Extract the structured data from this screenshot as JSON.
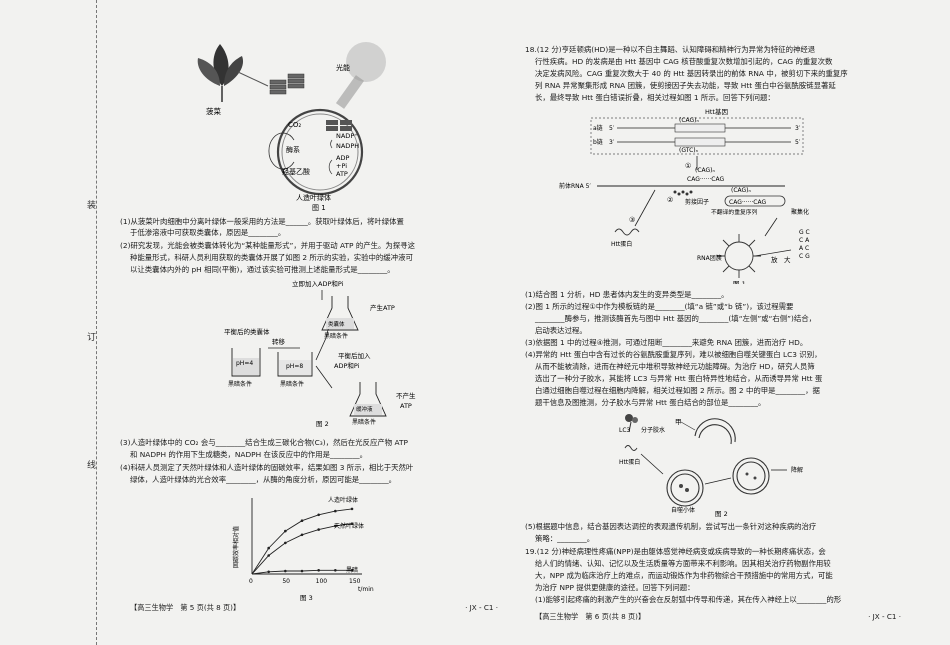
{
  "margin_labels": [
    "装",
    "订",
    "线"
  ],
  "left_page": {
    "fig1": {
      "l_spinach": "菠菜",
      "l_light": "光能",
      "l_co2": "CO₂",
      "l_enzyme": "酶系",
      "l_glycolate": "羟基乙酸",
      "l_nadph1": "NADP⁺",
      "l_nadph2": "NADPH",
      "l_adp": "ADP",
      "l_pi": "+Pi",
      "l_atp": "ATP",
      "l_caption": "人造叶绿体",
      "l_num": "图 1"
    },
    "q1": "(1)从菠菜叶肉细胞中分离叶绿体一般采用的方法是______。获取叶绿体后，将叶绿体置",
    "q1b": "于低渗溶液中可获取类囊体，原因是________。",
    "q2a": "(2)研究发现，光能会被类囊体转化为“某种能量形式”，并用于驱动 ATP 的产生。为探寻这",
    "q2b": "种能量形式，科研人员利用获取的类囊体开展了如图 2 所示的实验，实验中的缓冲液可",
    "q2c": "以让类囊体内外的 pH 相同(平衡)，通过该实验可推测上述能量形式是________。",
    "fig2": {
      "add1": "立即加入ADP和Pi",
      "balanced": "平衡后的类囊体",
      "transfer": "转移",
      "ph4": "pH=4",
      "ph8": "pH=8",
      "dark1": "黑暗条件",
      "dark2": "黑暗条件",
      "dark3": "黑暗条件",
      "dark4": "黑暗条件",
      "produce": "产生ATP",
      "add2": "平衡后加入",
      "add2b": "ADP和Pi",
      "noatp1": "不产生",
      "noatp2": "ATP",
      "thy": "类囊体",
      "buf": "缓冲液",
      "num": "图 2"
    },
    "q3a": "(3)人造叶绿体中的 CO₂ 会与________结合生成三碳化合物(C₃)，然后在光反应产物 ATP",
    "q3b": "和 NADPH 的作用下生成糖类，NADPH 在该反应中的作用是________。",
    "q4a": "(4)科研人员测定了天然叶绿体和人造叶绿体的固碳效率，结果如图 3 所示，相比于天然叶",
    "q4b": "绿体，人造叶绿体的光合效率________，从酶的角度分析，原因可能是________。",
    "fig3": {
      "ylabel": "固碳效率相对值",
      "s1": "人造叶绿体",
      "s2": "天然叶绿体",
      "s3": "黑暗",
      "xlabel": "t/min",
      "num": "图 3",
      "xticks": [
        "0",
        "50",
        "100",
        "150"
      ]
    },
    "footer_l": "【高三生物学　第 5 页(共 8 页)】",
    "footer_r": "· JX - C1 ·"
  },
  "chart_data": {
    "type": "scatter",
    "xlabel": "t/min",
    "ylabel": "固碳效率相对值",
    "xlim": [
      0,
      150
    ],
    "x_ticks": [
      "0",
      "50",
      "100",
      "150"
    ],
    "series": [
      {
        "name": "人造叶绿体",
        "x": [
          25,
          50,
          75,
          100,
          125,
          150
        ],
        "values": [
          3.5,
          5.8,
          7.2,
          8.0,
          8.5,
          8.8
        ]
      },
      {
        "name": "天然叶绿体",
        "x": [
          25,
          50,
          75,
          100,
          125,
          150
        ],
        "values": [
          2.5,
          4.2,
          5.3,
          6.0,
          6.5,
          6.8
        ]
      },
      {
        "name": "黑暗",
        "x": [
          25,
          50,
          75,
          100,
          125,
          150
        ],
        "values": [
          0.3,
          0.4,
          0.4,
          0.5,
          0.5,
          0.5
        ]
      }
    ]
  },
  "right_page": {
    "q18a": "18.(12 分)亨廷顿病(HD)是一种以不自主舞蹈、认知障碍和精神行为异常为特征的神经退",
    "q18b": "行性疾病。HD 的发病是由 Htt 基因中 CAG 核苷酸重复次数增加引起的，CAG 的重复次数",
    "q18c": "决定发病风险。CAG 重复次数大于 40 的 Htt 基因转录出的前体 RNA 中，被剪切下来的重复序",
    "q18d": "列 RNA 异常聚集形成 RNA 团簇，使剪接因子失去功能，导致 Htt 蛋白中谷氨酰胺链显著延",
    "q18e": "长，最终导致 Htt 蛋白错误折叠，相关过程如图 1 所示。回答下列问题：",
    "fig1": {
      "gene": "Htt基因",
      "achain": "a链",
      "bchain": "b链",
      "cag": "(CAG)ₙ",
      "gtc": "(GTC)ₙ",
      "five": "5′",
      "three": "3′",
      "premrna": "前体RNA 5′",
      "cagn": "(CAG)ₙ",
      "cagdots": "CAG······CAG",
      "splice": "剪接因子",
      "cagn2": "(CAG)ₙ",
      "cag3": "CAG······CAG",
      "untrans": "不翻译的重复序列",
      "aggr": "聚集化",
      "htt": "Htt蛋白",
      "rnacluster": "RNA团簇",
      "big": "放　大",
      "num": "图 1",
      "c1": "①",
      "c2": "②",
      "c3": "③"
    },
    "s1": "(1)结合图 1 分析，HD 患者体内发生的变异类型是________。",
    "s2a": "(2)图 1 所示的过程①中作为模板链的是________(填“a 链”或“b 链”)，该过程需要",
    "s2b": "________酶参与，推测该酶首先与图中 Htt 基因的________(填“左侧”或“右侧”)结合，",
    "s2c": "启动表达过程。",
    "s3": "(3)依据图 1 中的过程④推测，可通过阻断________来避免 RNA 团簇，进而治疗 HD。",
    "s4a": "(4)异常的 Htt 蛋白中含有过长的谷氨酰胺重复序列，难以被细胞自噬关键蛋白 LC3 识别，",
    "s4b": "从而不能被清除，进而在神经元中堆积导致神经元功能障碍。为治疗 HD，研究人员筛",
    "s4c": "选出了一种分子胶水，其能将 LC3 与异常 Htt 蛋白特异性地结合，从而诱导异常 Htt 蛋",
    "s4d": "白通过细胞自噬过程在细胞内降解，相关过程如图 2 所示。图 2 中的甲是________，据",
    "s4e": "题干信息及图推测，分子胶水与异常 Htt 蛋白结合的部位是________。",
    "fig2": {
      "lc3": "LC3",
      "glue": "分子胶水",
      "jia": "甲",
      "htt": "Htt蛋白",
      "auto": "自噬小体",
      "deg": "降解",
      "num": "图 2"
    },
    "s5a": "(5)根据题中信息，结合基因表达调控的表观遗传机制，尝试写出一条针对这种疾病的治疗",
    "s5b": "策略：________。",
    "q19a": "19.(12 分)神经病理性疼痛(NPP)是由躯体感觉神经病变或疾病导致的一种长期疼痛状态，会",
    "q19b": "给人们的情绪、认知、记忆以及生活质量等方面带来不利影响。因其相关治疗药物副作用较",
    "q19c": "大，NPP 成为临床治疗上的难点，而运动锻炼作为非药物综合干预措施中的常用方式，可能",
    "q19d": "为治疗 NPP 提供更健康的途径。回答下列问题：",
    "q19e": "(1)能够引起疼痛的刺激产生的兴奋会在反射弧中传导和传递，其在传入神经上以________的形",
    "footer_l": "【高三生物学　第 6 页(共 8 页)】",
    "footer_r": "· JX - C1 ·"
  }
}
